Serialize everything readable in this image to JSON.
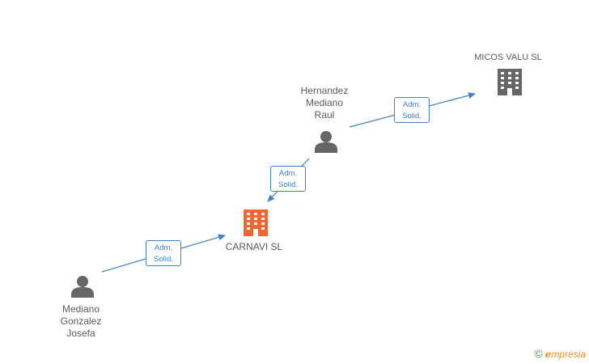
{
  "nodes": {
    "micos": {
      "label": "MICOS VALU SL",
      "type": "company",
      "color": "#666666"
    },
    "hernandez": {
      "label_lines": [
        "Hernandez",
        "Mediano",
        "Raul"
      ],
      "type": "person",
      "color": "#666666"
    },
    "carnavi": {
      "label": "CARNAVI SL",
      "type": "company",
      "color": "#f26430"
    },
    "mediano": {
      "label_lines": [
        "Mediano",
        "Gonzalez",
        "Josefa"
      ],
      "type": "person",
      "color": "#666666"
    }
  },
  "edges": [
    {
      "from": "hernandez",
      "to": "micos",
      "label_lines": [
        "Adm.",
        "Solid."
      ]
    },
    {
      "from": "hernandez",
      "to": "carnavi",
      "label_lines": [
        "Adm.",
        "Solid."
      ]
    },
    {
      "from": "mediano",
      "to": "carnavi",
      "label_lines": [
        "Adm.",
        "Solid."
      ]
    }
  ],
  "colors": {
    "edge": "#3b82c8",
    "text": "#5a5a5a"
  },
  "footer": {
    "copyright": "©",
    "brand_initial": "e",
    "brand_rest": "mpresia"
  }
}
